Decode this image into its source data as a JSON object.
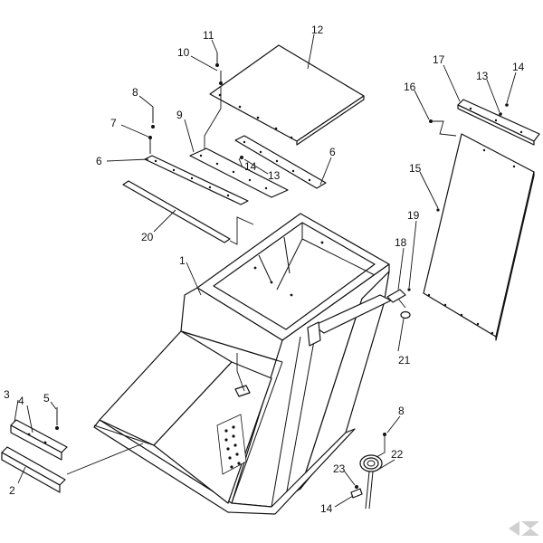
{
  "diagram": {
    "callouts": [
      {
        "id": "c1",
        "text": "1"
      },
      {
        "id": "c2",
        "text": "2"
      },
      {
        "id": "c3",
        "text": "3"
      },
      {
        "id": "c4",
        "text": "4"
      },
      {
        "id": "c5",
        "text": "5"
      },
      {
        "id": "c6a",
        "text": "6"
      },
      {
        "id": "c6b",
        "text": "6"
      },
      {
        "id": "c7",
        "text": "7"
      },
      {
        "id": "c8a",
        "text": "8"
      },
      {
        "id": "c8b",
        "text": "8"
      },
      {
        "id": "c9",
        "text": "9"
      },
      {
        "id": "c10",
        "text": "10"
      },
      {
        "id": "c11",
        "text": "11"
      },
      {
        "id": "c12",
        "text": "12"
      },
      {
        "id": "c13a",
        "text": "13"
      },
      {
        "id": "c13b",
        "text": "13"
      },
      {
        "id": "c14a",
        "text": "14"
      },
      {
        "id": "c14b",
        "text": "14"
      },
      {
        "id": "c14c",
        "text": "14"
      },
      {
        "id": "c15",
        "text": "15"
      },
      {
        "id": "c16",
        "text": "16"
      },
      {
        "id": "c17",
        "text": "17"
      },
      {
        "id": "c18",
        "text": "18"
      },
      {
        "id": "c19",
        "text": "19"
      },
      {
        "id": "c20",
        "text": "20"
      },
      {
        "id": "c21",
        "text": "21"
      },
      {
        "id": "c22",
        "text": "22"
      },
      {
        "id": "c23",
        "text": "23"
      }
    ],
    "colors": {
      "line": "#111111",
      "background": "#ffffff",
      "logo": "#d0d0d0"
    }
  }
}
